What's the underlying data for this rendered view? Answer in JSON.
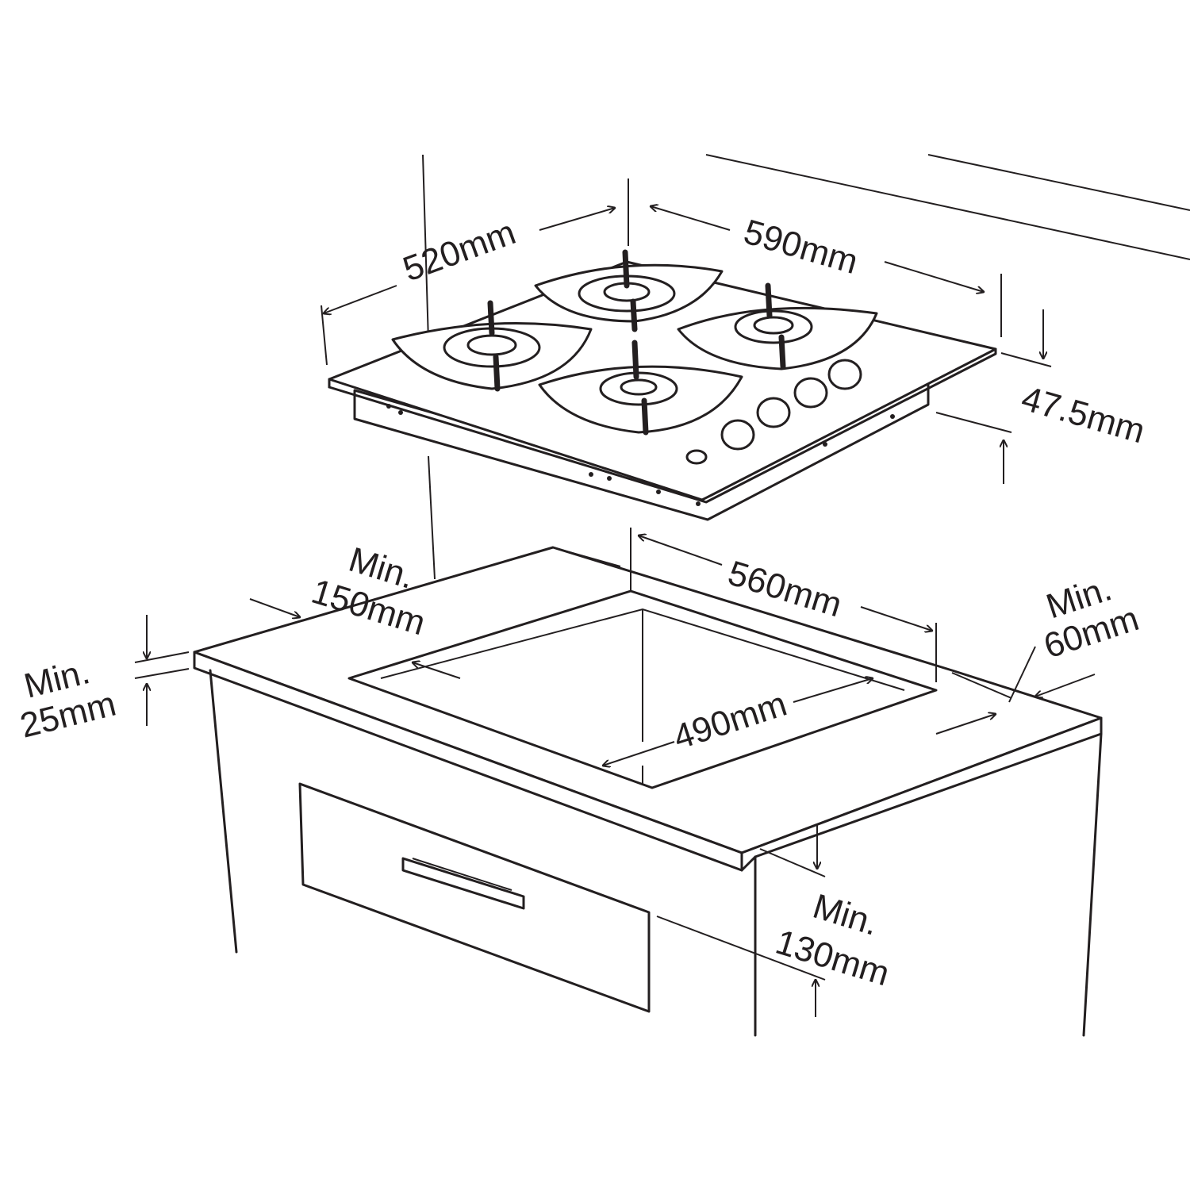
{
  "diagram": {
    "title": "Gas hob installation dimensions",
    "labels": {
      "hob_depth": "520mm",
      "hob_width": "590mm",
      "hob_height": "47.5mm",
      "cutout_width": "560mm",
      "cutout_depth": "490mm",
      "rear_clearance_min": "Min.",
      "rear_clearance": "150mm",
      "worktop_thickness_min": "Min.",
      "worktop_thickness": "25mm",
      "side_clearance_min": "Min.",
      "side_clearance": "60mm",
      "below_clearance_min": "Min.",
      "below_clearance": "130mm"
    },
    "colors": {
      "line": "#231f20",
      "background": "#ffffff"
    }
  }
}
